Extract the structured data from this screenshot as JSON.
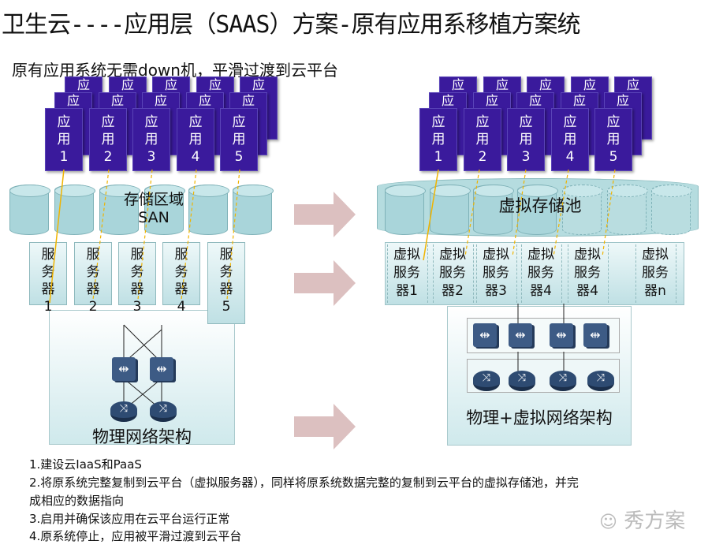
{
  "title": "卫生云----应用层（SAAS）方案-原有应用系移植方案统",
  "subtitle": "原有应用系统无需down机，平滑过渡到云平台",
  "left": {
    "apps": [
      "应用1",
      "应用2",
      "应用3",
      "应用4",
      "应用5"
    ],
    "app_back_label": "应",
    "storage_label": "存储区域\nSAN",
    "servers": [
      "服务器1",
      "服务器2",
      "服务器3",
      "服务器4",
      "服务器5"
    ],
    "network_label": "物理网络架构"
  },
  "right": {
    "apps": [
      "应用1",
      "应用2",
      "应用3",
      "应用4",
      "应用5"
    ],
    "app_back_label": "应",
    "storage_label": "虚拟存储池",
    "servers": [
      "虚拟服务器1",
      "虚拟服务器2",
      "虚拟服务器3",
      "虚拟服务器4",
      "虚拟服务器4",
      "虚拟服务器n"
    ],
    "network_label": "物理+虚拟网络架构"
  },
  "steps": [
    "1.建设云IaaS和PaaS",
    "2.将原系统完整复制到云平台（虚拟服务器），同样将原系统数据完整的复制到云平台的虚拟存储池，并完",
    "成相应的数据指向",
    "3.启用并确保该应用在云平台运行正常",
    "4.原系统停止，应用被平滑过渡到云平台"
  ],
  "watermark": "秀方案",
  "colors": {
    "app": "#3a1a9c",
    "storage": "#a9d5da",
    "arrow": "#d9b8b8",
    "link": "#f0b400"
  }
}
